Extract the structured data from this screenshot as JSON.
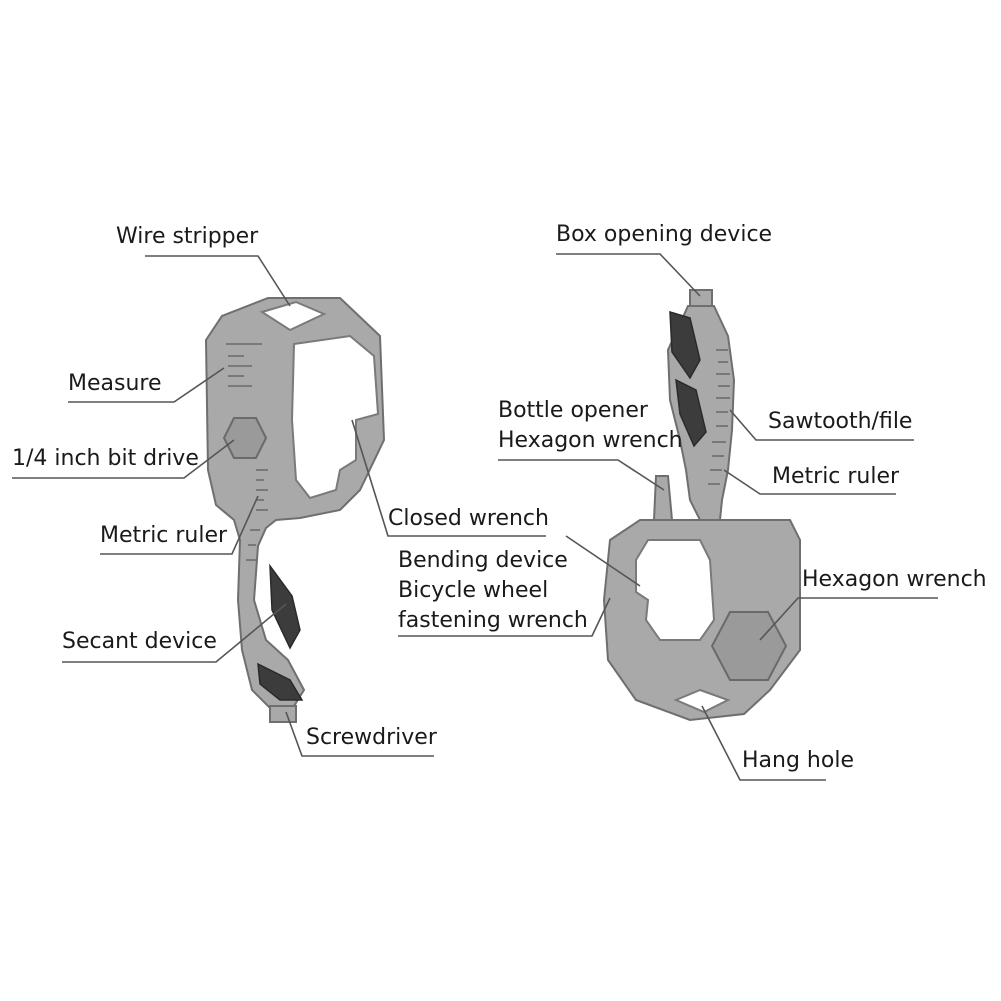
{
  "left_tool": {
    "labels": {
      "wire_stripper": "Wire stripper",
      "measure": "Measure",
      "bit_drive": "1/4 inch bit drive",
      "metric_ruler": "Metric ruler",
      "secant_device": "Secant device",
      "screwdriver": "Screwdriver"
    }
  },
  "center": {
    "labels": {
      "closed_wrench": "Closed wrench",
      "bending_device": "Bending device",
      "bicycle_wheel": "Bicycle wheel",
      "fastening_wrench": "fastening wrench"
    }
  },
  "right_tool": {
    "labels": {
      "box_opening": "Box opening device",
      "bottle_opener": "Bottle opener",
      "hexagon_wrench_top": "Hexagon wrench",
      "sawtooth": "Sawtooth/file",
      "metric_ruler": "Metric ruler",
      "hexagon_wrench": "Hexagon wrench",
      "hang_hole": "Hang hole"
    }
  },
  "colors": {
    "metal": "#a9a9a9",
    "grip": "#3c3c3c",
    "text": "#1a1a1a",
    "leader": "#555555"
  }
}
